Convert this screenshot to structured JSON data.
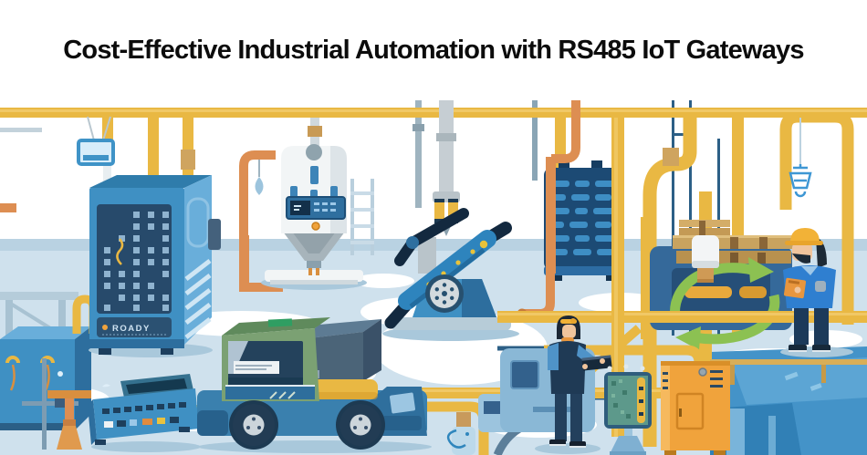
{
  "header": {
    "title": "Cost-Effective Industrial Automation with RS485 IoT Gateways"
  },
  "scene": {
    "description": "Flat-style illustration of an automated factory floor: server cabinet, hopper machine, robotic arm, slatted cooling unit, RS485 gateway console, AGV truck, pipework, pallets, recycling arrows and two workers",
    "cabinet_label": "ROADY",
    "palette": {
      "bg": "#ffffff",
      "title": "#0c0c0c",
      "floor": "#cfe1ed",
      "floor_band": "#b9d2e2",
      "shadow": "#a9c8db",
      "pipe_yellow": "#e9b843",
      "pipe_yellow_dark": "#d79c2b",
      "pipe_orange": "#dd8e52",
      "pipe_tan": "#cfa45f",
      "steel": "#b9c7cf",
      "machine_blue": "#3f90c3",
      "machine_blue_light": "#69aeda",
      "machine_blue_dark": "#2d6e9e",
      "panel_navy": "#274a6b",
      "navy_deep": "#13293f",
      "slate": "#44617c",
      "white_machine": "#f2f5f6",
      "gray_funnel": "#a7b4bb",
      "basin_blue": "#4493c8",
      "basin_blue_light": "#5ca5d4",
      "basin_blue_dark": "#3180b6",
      "wood": "#c8a35f",
      "wood_dark": "#b8914e",
      "green_arrow": "#8cc152",
      "cab_green": "#7ba173",
      "cab_green_dark": "#5f8a5c",
      "accent_green": "#2f9e62",
      "amber": "#f0a33c",
      "amber_dark": "#d08423",
      "hat_yellow": "#f2b237",
      "skin": "#f0c49c",
      "outline_blue": "#3e97d4"
    }
  }
}
